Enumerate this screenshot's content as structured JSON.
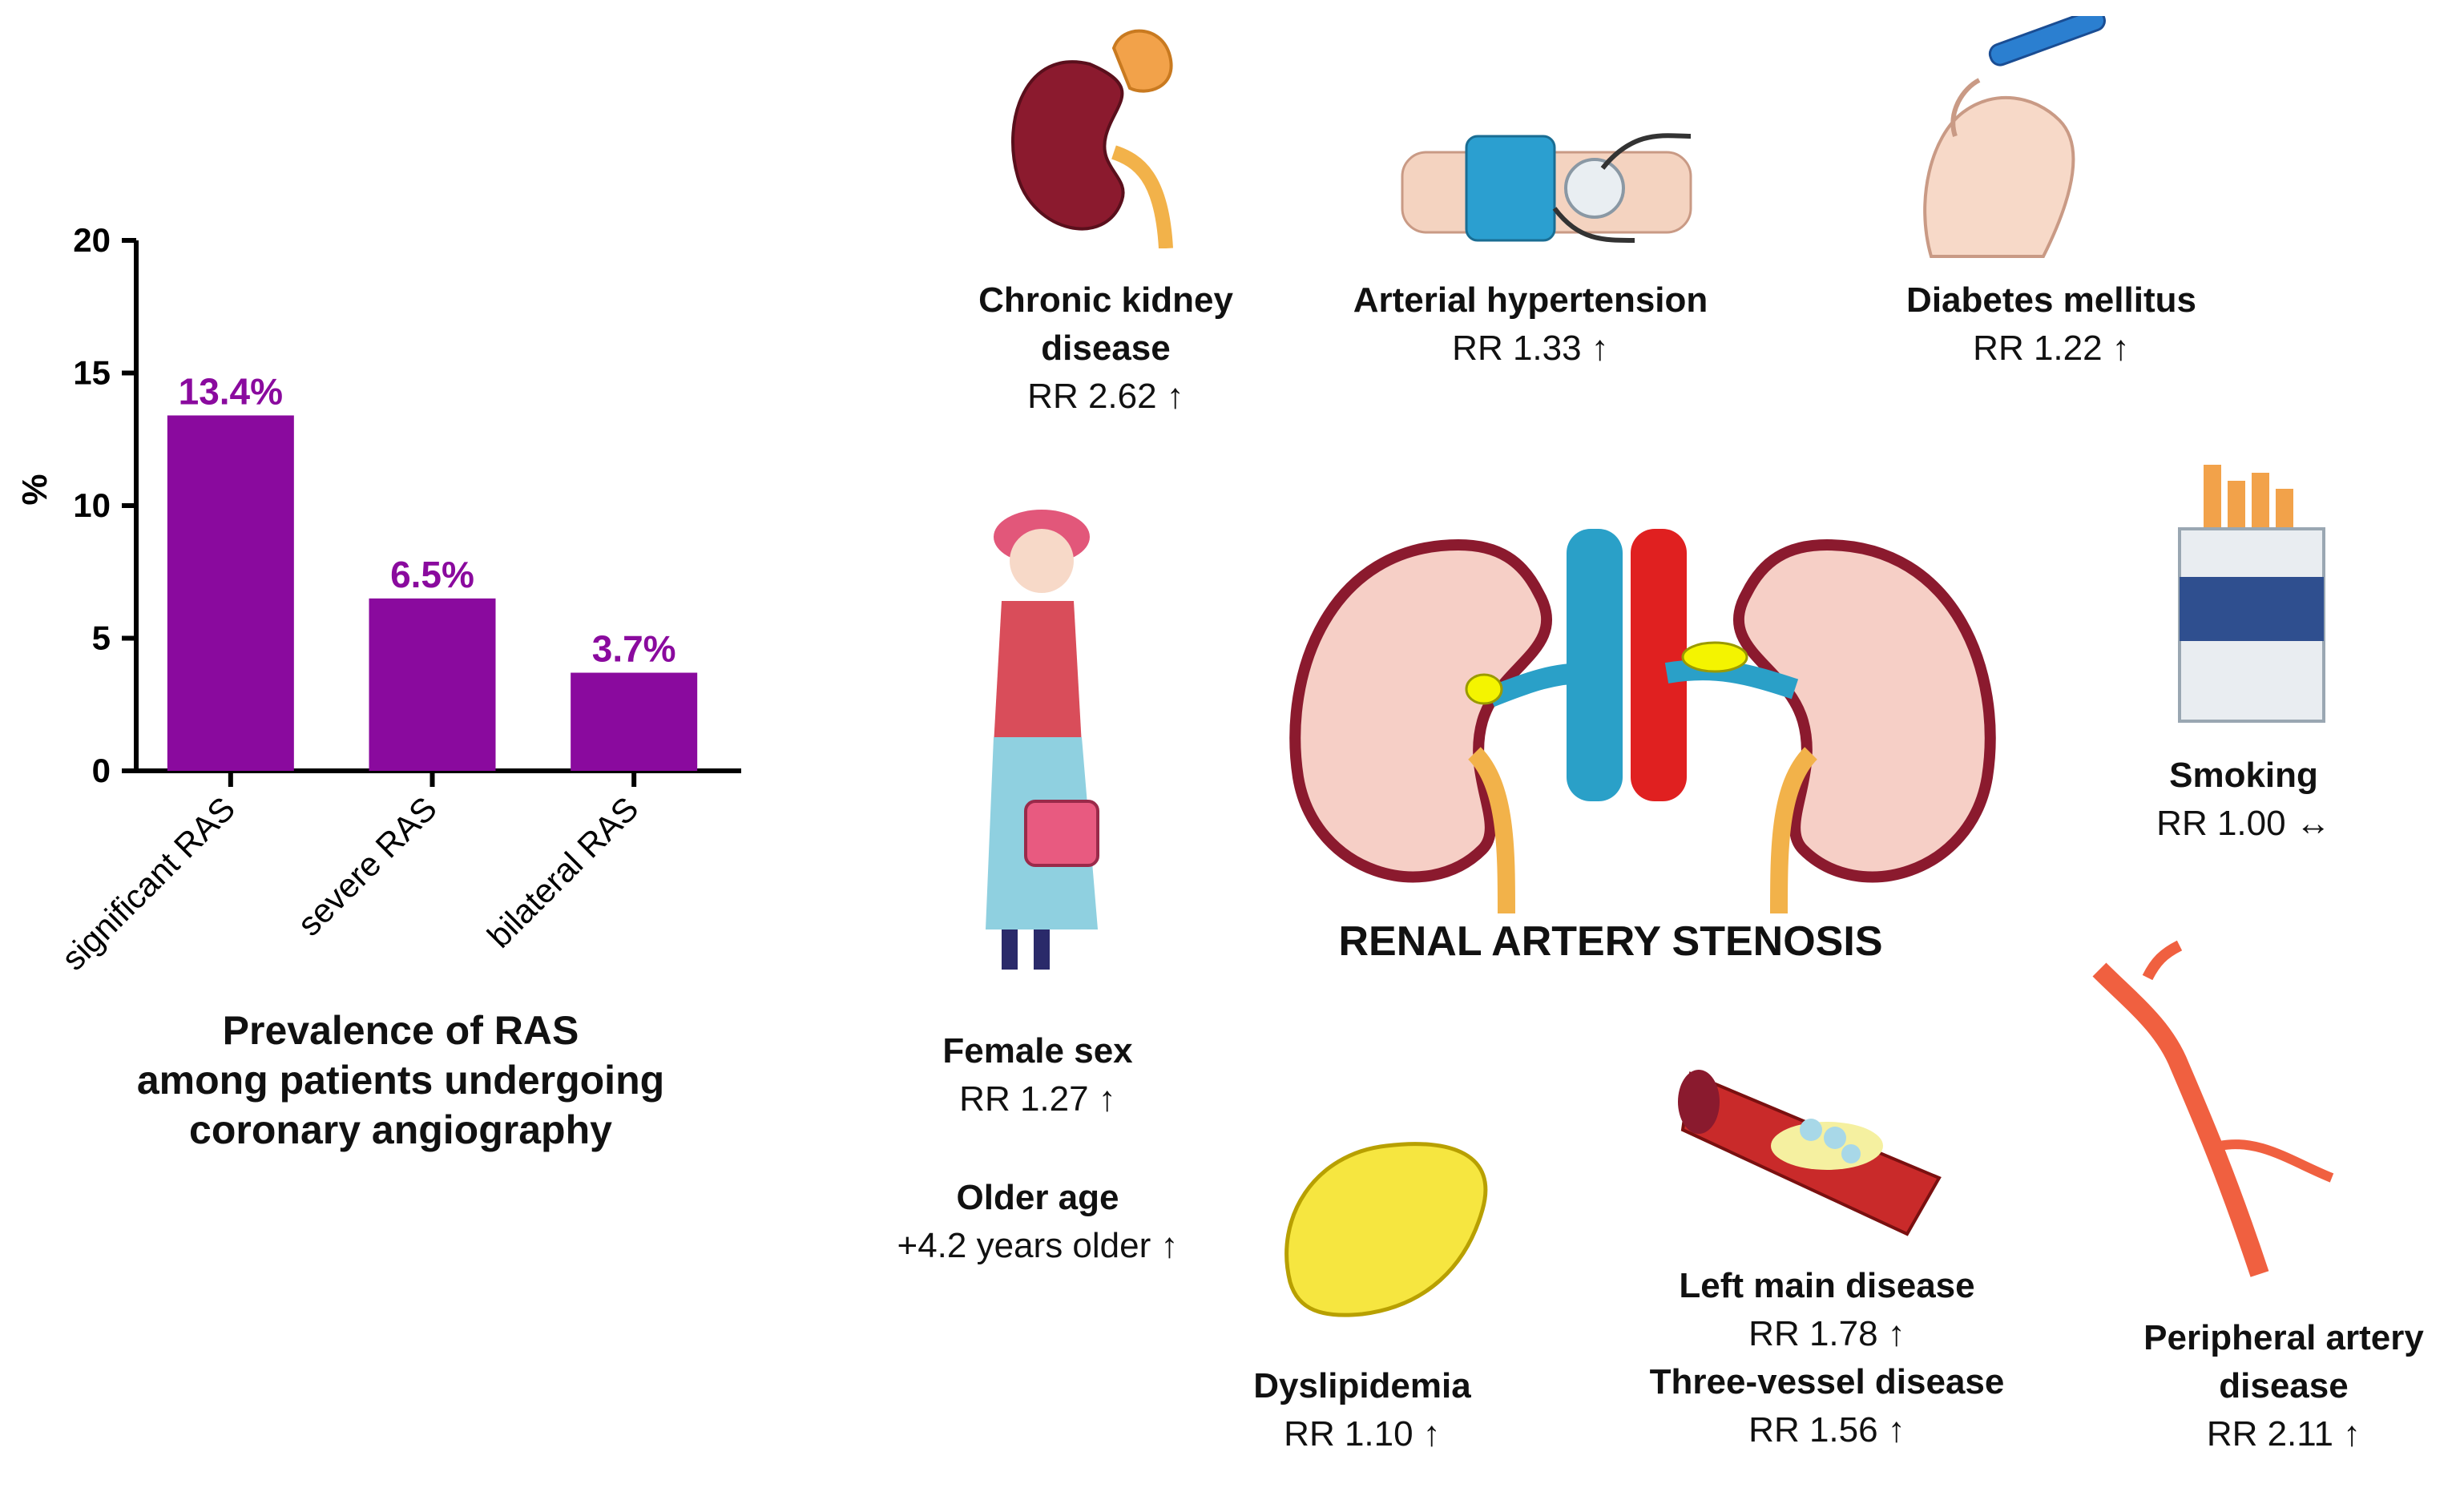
{
  "chart_data": {
    "type": "bar",
    "categories": [
      "significant RAS",
      "severe RAS",
      "bilateral RAS"
    ],
    "values": [
      13.4,
      6.5,
      3.7
    ],
    "value_labels": [
      "13.4%",
      "6.5%",
      "3.7%"
    ],
    "ylabel": "%",
    "ylim": [
      0,
      20
    ],
    "yticks": [
      "0",
      "5",
      "10",
      "15",
      "20"
    ],
    "bar_color": "#8a0a9e",
    "label_color": "#8a0a9e",
    "grid": false,
    "caption": [
      "Prevalence of RAS",
      "among patients undergoing",
      "coronary angiography"
    ]
  },
  "infographic": {
    "center_title": "RENAL ARTERY STENOSIS",
    "factors": {
      "ckd": {
        "title_1": "Chronic kidney",
        "title_2": "disease",
        "value": "RR 2.62 ↑"
      },
      "hypertension": {
        "title": "Arterial hypertension",
        "value": "RR 1.33 ↑"
      },
      "diabetes": {
        "title": "Diabetes mellitus",
        "value": "RR 1.22 ↑"
      },
      "smoking": {
        "title": "Smoking",
        "value": "RR 1.00 ↔"
      },
      "female": {
        "title": "Female sex",
        "value": "RR 1.27 ↑"
      },
      "age": {
        "title": "Older age",
        "value": "+4.2 years older ↑"
      },
      "dyslipidemia": {
        "title": "Dyslipidemia",
        "value": "RR 1.10 ↑"
      },
      "left_main": {
        "title": "Left main disease",
        "value": "RR 1.78 ↑"
      },
      "three_vessel": {
        "title": "Three-vessel disease",
        "value": "RR 1.56 ↑"
      },
      "pad": {
        "title_1": "Peripheral artery",
        "title_2": "disease",
        "value": "RR 2.11 ↑"
      }
    }
  }
}
